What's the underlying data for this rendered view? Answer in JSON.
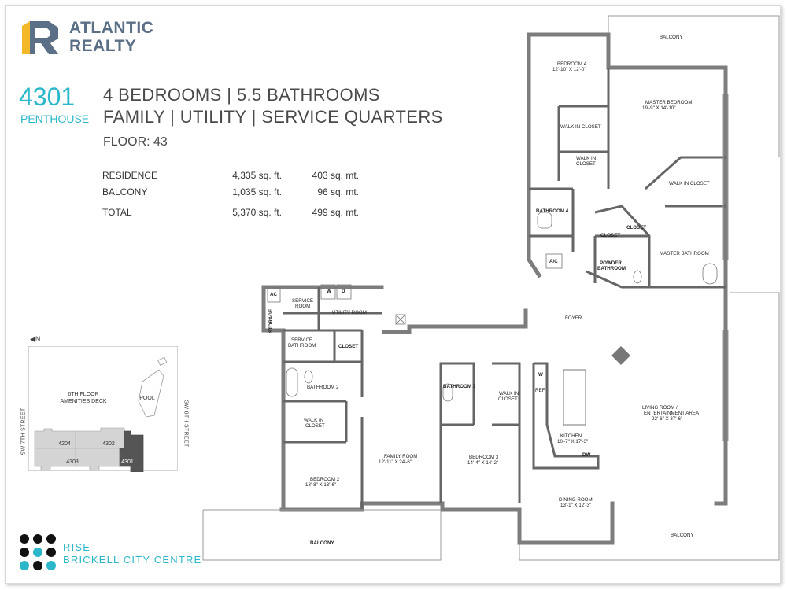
{
  "brand": {
    "line1": "ATLANTIC",
    "line2": "REALTY",
    "colors": {
      "gold": "#f2b82a",
      "slate": "#5b6f86"
    }
  },
  "unit": {
    "number": "4301",
    "type": "PENTHOUSE",
    "line1": "4 BEDROOMS  |  5.5 BATHROOMS",
    "line2": "FAMILY  |  UTILITY  |  SERVICE QUARTERS",
    "floor": "FLOOR: 43"
  },
  "areas": {
    "rows": [
      {
        "name": "RESIDENCE",
        "sqft": "4,335  sq. ft.",
        "sqm": "403 sq. mt."
      },
      {
        "name": "BALCONY",
        "sqft": "1,035 sq. ft.",
        "sqm": "96 sq. mt."
      }
    ],
    "total": {
      "name": "TOTAL",
      "sqft": "5,370 sq. ft.",
      "sqm": "499 sq. mt."
    }
  },
  "keyplan": {
    "north": "N",
    "street_west": "SW 7TH STREET",
    "street_east": "SW 8TH STREET",
    "deck": "6TH FLOOR\nAMENITIES DECK",
    "pool": "POOL",
    "units": [
      "4204",
      "4302",
      "4303",
      "4301"
    ]
  },
  "footer": {
    "line1": "RISE",
    "line2": "BRICKELL CITY CENTRE",
    "accent": "#2bb7c9"
  },
  "rooms": {
    "balcony_top": "BALCONY",
    "bedroom4": "BEDROOM 4",
    "bedroom4_dim": "12'-10\" X 12'-0\"",
    "master_bedroom": "MASTER BEDROOM",
    "master_bedroom_dim": "19'-9\" X 14'-10\"",
    "walk_in_closet_1": "WALK IN CLOSET",
    "walk_in_2a": "WALK IN",
    "walk_in_2b": "CLOSET",
    "walk_in_closet_3": "WALK IN CLOSET",
    "bathroom4": "BATHROOM 4",
    "closet_a": "CLOSET",
    "closet_b": "CLOSET",
    "ac_1": "A/C",
    "powder_a": "POWDER",
    "powder_b": "BATHROOM",
    "master_bathroom": "MASTER BATHROOM",
    "foyer": "FOYER",
    "ac_2": "AC",
    "storage": "STORAGE",
    "service_room_a": "SERVICE",
    "service_room_b": "ROOM",
    "washer": "W",
    "dryer": "D",
    "utility_room": "UTILITY ROOM",
    "service_bath_a": "SERVICE",
    "service_bath_b": "BATHROOM",
    "closet_c": "CLOSET",
    "bathroom2": "BATHROOM 2",
    "walk_in_closet_bed2_a": "WALK IN",
    "walk_in_closet_bed2_b": "CLOSET",
    "bedroom2": "BEDROOM 2",
    "bedroom2_dim": "13'-8\" X 13'-6\"",
    "family_room": "FAMILY ROOM",
    "family_room_dim": "12'-11\" X 24'-6\"",
    "bathroom3": "BATHROOM 3",
    "walk_in_bed3_a": "WALK IN",
    "walk_in_bed3_b": "CLOSET",
    "bedroom3": "BEDROOM 3",
    "bedroom3_dim": "14'-4\" X 14'-2\"",
    "w_kitchen": "W",
    "ref": "REF",
    "kitchen": "KITCHEN",
    "kitchen_dim": "10'-7\" X 17'-3\"",
    "dw": "DW",
    "living": "LIVING ROOM /",
    "living_b": "ENTERTAINMENT AREA",
    "living_dim": "22'-6\" X 37'-6\"",
    "dining": "DINING ROOM",
    "dining_dim": "13'-1\" X 12'-3\"",
    "balcony_left": "BALCONY",
    "balcony_right": "BALCONY"
  }
}
